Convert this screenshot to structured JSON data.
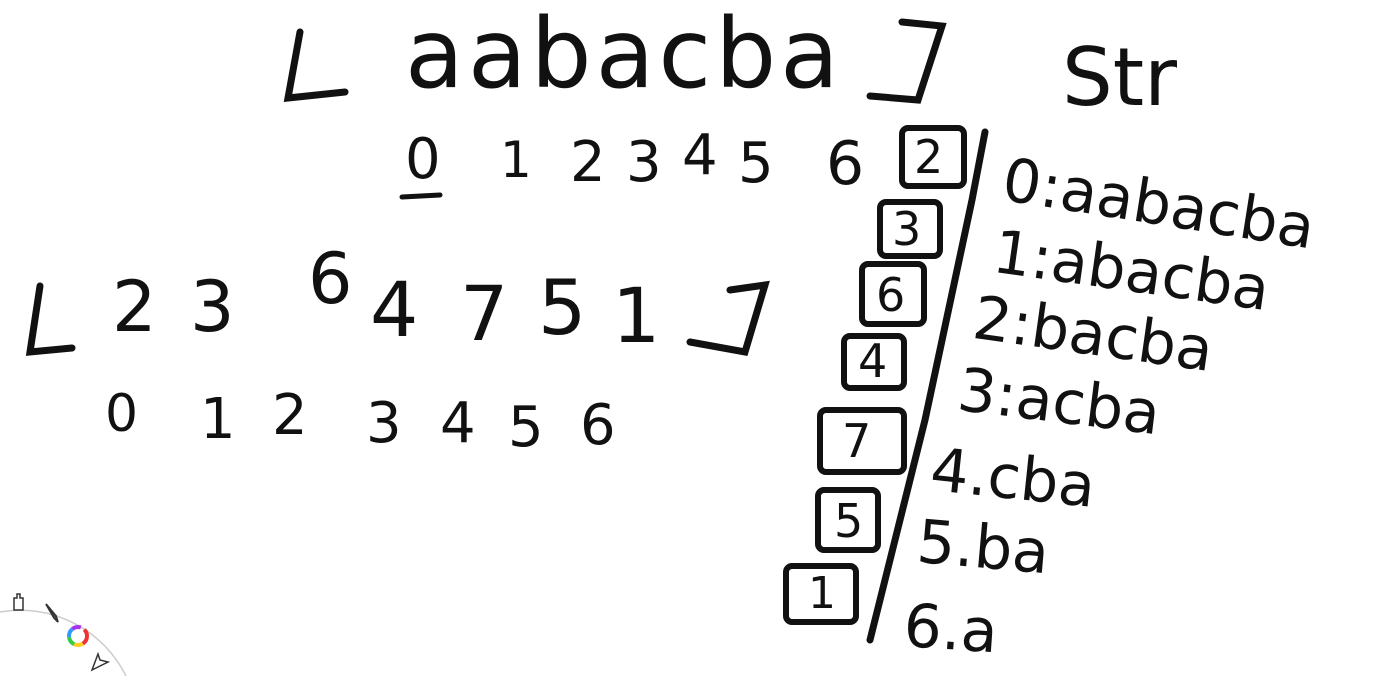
{
  "top_row": {
    "bracket_open": "[",
    "string": "aabacba",
    "bracket_close": "]",
    "label": "Str",
    "indices": [
      "0",
      "1",
      "2",
      "3",
      "4",
      "5",
      "6"
    ]
  },
  "middle_row": {
    "bracket_open": "[",
    "values": [
      "2",
      "3",
      "6",
      "4",
      "7",
      "5",
      "1"
    ],
    "bracket_close": "]",
    "indices": [
      "0",
      "1",
      "2",
      "3",
      "4",
      "5",
      "6"
    ]
  },
  "boxed_column": [
    "2",
    "3",
    "6",
    "4",
    "7",
    "5",
    "1"
  ],
  "suffixes": [
    {
      "index": "0",
      "sep": ":",
      "suffix": "aabacba"
    },
    {
      "index": "1",
      "sep": ":",
      "suffix": "abacba"
    },
    {
      "index": "2",
      "sep": ":",
      "suffix": "bacba"
    },
    {
      "index": "3",
      "sep": ":",
      "suffix": "acba"
    },
    {
      "index": "4",
      "sep": ".",
      "suffix": "cba"
    },
    {
      "index": "5",
      "sep": ".",
      "suffix": "ba"
    },
    {
      "index": "6",
      "sep": ".",
      "suffix": "a"
    }
  ],
  "toolbar": {
    "tools": [
      "hand-icon",
      "pen-icon",
      "color-wheel-icon",
      "pointer-icon"
    ]
  },
  "colors": {
    "ink": "#111111",
    "background": "#ffffff",
    "toolbar_border": "#cccccc"
  }
}
